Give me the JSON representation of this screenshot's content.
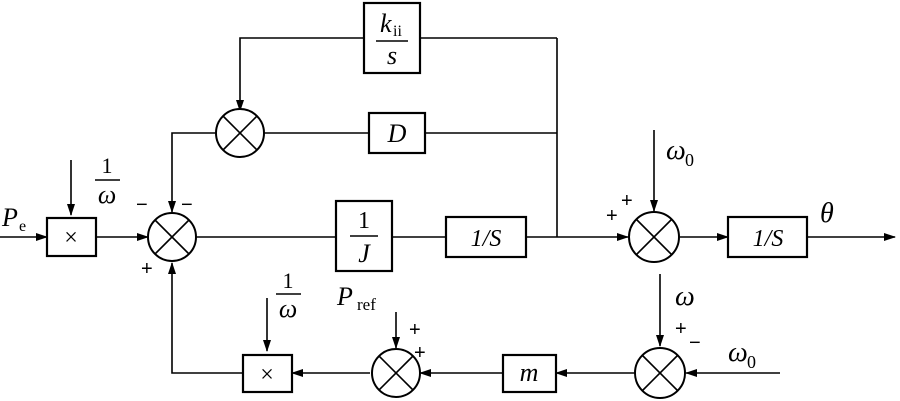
{
  "blocks": {
    "kii_num": "k",
    "kii_sub": "ii",
    "kii_den": "s",
    "damping": "D",
    "inertia_num": "1",
    "inertia_den": "J",
    "integrator1": "1/S",
    "integrator2": "1/S",
    "droop": "m",
    "mult1_sym": "×",
    "mult2_sym": "×"
  },
  "signals": {
    "pe": "P",
    "pe_sub": "e",
    "inv_omega1_num": "1",
    "inv_omega1_den": "ω",
    "inv_omega2_num": "1",
    "inv_omega2_den": "ω",
    "pref": "P",
    "pref_sub": "ref",
    "omega0_top": "ω",
    "omega0_top_sub": "0",
    "omega0_right": "ω",
    "omega0_right_sub": "0",
    "omega": "ω",
    "theta": "θ"
  },
  "signs": {
    "main_top_left": "−",
    "main_top_right": "−",
    "main_bottom": "+",
    "theta_sum_a": "+",
    "theta_sum_b": "+",
    "pref_sum_a": "+",
    "pref_sum_b": "+",
    "omega_sum_plus": "+",
    "omega_sum_minus": "−"
  }
}
